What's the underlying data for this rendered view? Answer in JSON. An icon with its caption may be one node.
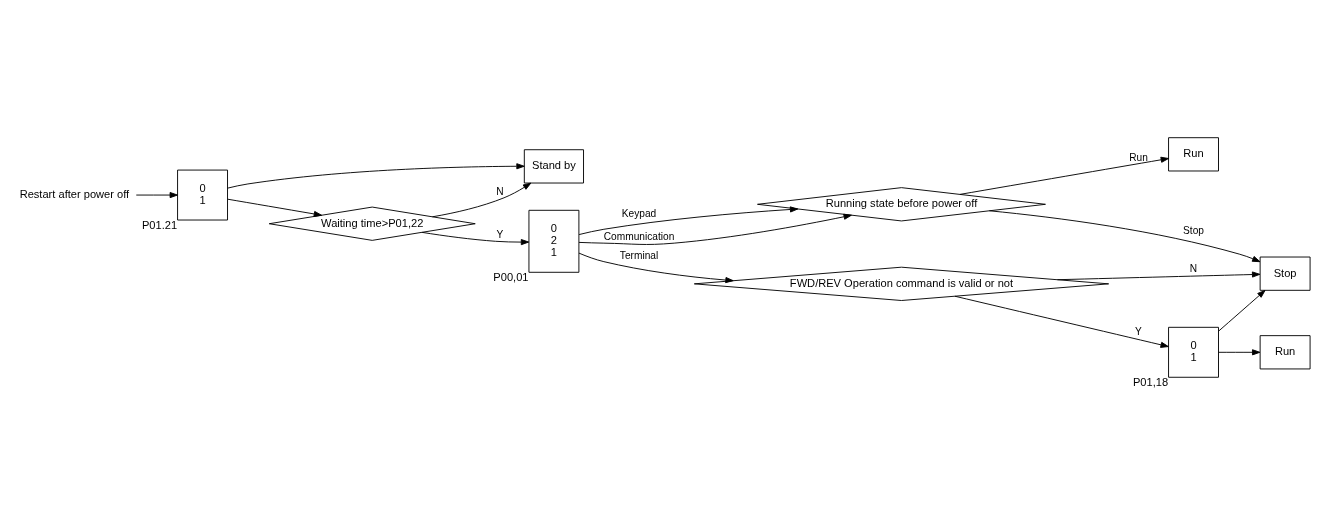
{
  "diagram": {
    "nodes": [
      {
        "text": [
          "Restart after power off"
        ]
      },
      {
        "text": [
          "0",
          "1"
        ],
        "beside": [
          "P01.21"
        ]
      },
      {
        "text": [
          "Stand by"
        ]
      },
      {
        "text": [
          "Waiting time>P01,22"
        ]
      },
      {
        "text": [
          "0",
          "2",
          "1"
        ],
        "beside": [
          "P00,01"
        ]
      },
      {
        "text": [
          "Running state before power off"
        ]
      },
      {
        "text": [
          "Run"
        ]
      },
      {
        "text": [
          "Stop"
        ]
      },
      {
        "text": [
          "FWD/REV Operation command is valid or not"
        ]
      },
      {
        "text": [
          "0",
          "1"
        ],
        "beside": [
          "P01,18"
        ]
      },
      {
        "text": [
          "Run"
        ]
      }
    ],
    "edges": [
      {
        "from": 0,
        "to": 1,
        "arrow": "to"
      },
      {
        "from": 1,
        "to": 2,
        "arrow": "to"
      },
      {
        "from": 1,
        "to": 3,
        "arrow": "to"
      },
      {
        "from": 3,
        "to": 2,
        "arrow": "to",
        "label": "N"
      },
      {
        "from": 3,
        "to": 4,
        "arrow": "to",
        "label": "Y"
      },
      {
        "from": 4,
        "to": 5,
        "arrow": "to",
        "label": "Keypad"
      },
      {
        "from": 4,
        "to": 5,
        "arrow": "to",
        "label": "Communication"
      },
      {
        "from": 4,
        "to": 8,
        "arrow": "to",
        "label": "Terminal"
      },
      {
        "from": 5,
        "to": 6,
        "arrow": "to",
        "label": "Run"
      },
      {
        "from": 5,
        "to": 7,
        "arrow": "to",
        "label": "Stop"
      },
      {
        "from": 8,
        "to": 7,
        "arrow": "to",
        "label": "N"
      },
      {
        "from": 8,
        "to": 9,
        "arrow": "to",
        "label": "Y"
      },
      {
        "from": 9,
        "to": 7,
        "arrow": "to"
      },
      {
        "from": 9,
        "to": 10,
        "arrow": "to"
      }
    ]
  }
}
